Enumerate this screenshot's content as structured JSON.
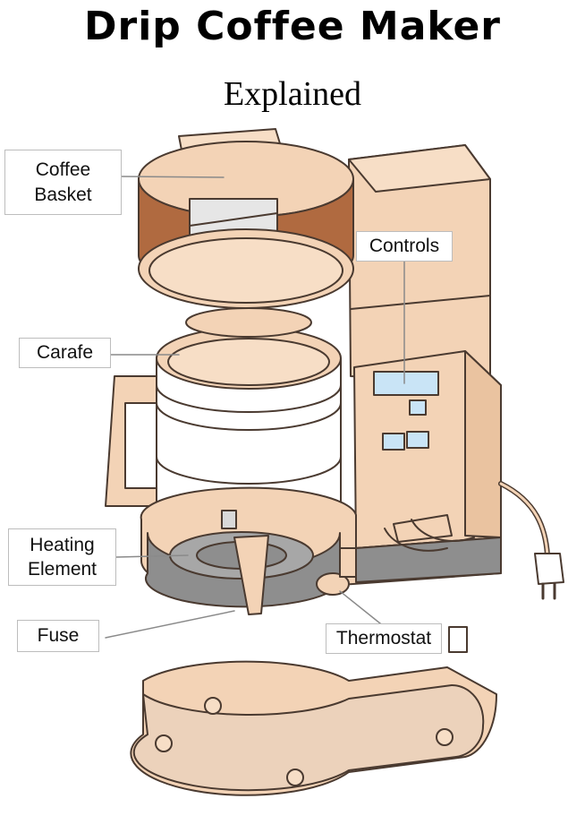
{
  "header": {
    "title": "Drip Coffee Maker",
    "subtitle": "Explained"
  },
  "labels": {
    "coffee_basket": "Coffee\nBasket",
    "controls": "Controls",
    "carafe": "Carafe",
    "heating_element": "Heating\nElement",
    "fuse": "Fuse",
    "thermostat": "Thermostat"
  },
  "colors": {
    "body": "#f3d3b6",
    "body_dark": "#eac3a0",
    "coffee": "#b06a40",
    "outline": "#4a3a30",
    "base_inside": "#8e8e8e",
    "panel": "#c9e4f6",
    "leader_line": "#8a8a8a"
  }
}
